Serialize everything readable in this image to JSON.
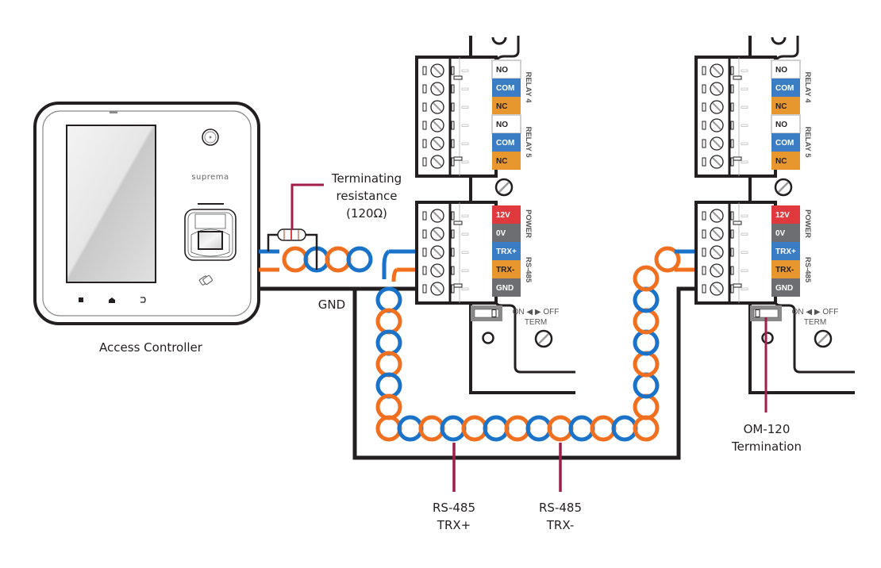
{
  "diagram": {
    "title": "RS-485 wiring between Access Controller and OM-120 modules",
    "colors": {
      "trx_plus": "#1a73c8",
      "trx_minus": "#f07020",
      "ground": "#231f20",
      "callout": "#a01e4a",
      "label_12v": "#e03a3e",
      "label_0v": "#6d6e71",
      "label_gnd": "#6d6e71",
      "label_com": "#3a7dc4",
      "label_nc": "#e8962e",
      "label_no": "#ffffff"
    },
    "controller": {
      "caption": "Access Controller",
      "brand": "suprema",
      "buttons": [
        "stop-icon",
        "home-icon",
        "back-icon"
      ]
    },
    "resistor": {
      "caption_line1": "Terminating",
      "caption_line2": "resistance",
      "caption_line3": "(120Ω)"
    },
    "gnd_label": "GND",
    "modules": [
      {
        "id": "module-1",
        "relay_terminals": [
          "NO",
          "COM",
          "NC",
          "NO",
          "COM",
          "NC"
        ],
        "relay_groups": [
          "RELAY 4",
          "RELAY 5"
        ],
        "power_terminals": [
          "12V",
          "0V",
          "TRX+",
          "TRX-",
          "GND"
        ],
        "power_groups": [
          "POWER",
          "RS-485"
        ],
        "switch_label": "ON ◀ ▶ OFF",
        "term_label": "TERM",
        "switch_state": "OFF"
      },
      {
        "id": "module-2",
        "relay_terminals": [
          "NO",
          "COM",
          "NC",
          "NO",
          "COM",
          "NC"
        ],
        "relay_groups": [
          "RELAY 4",
          "RELAY 5"
        ],
        "power_terminals": [
          "12V",
          "0V",
          "TRX+",
          "TRX-",
          "GND"
        ],
        "power_groups": [
          "POWER",
          "RS-485"
        ],
        "switch_label": "ON ◀ ▶ OFF",
        "term_label": "TERM",
        "switch_state": "ON"
      }
    ],
    "callouts": {
      "trx_plus_line1": "RS-485",
      "trx_plus_line2": "TRX+",
      "trx_minus_line1": "RS-485",
      "trx_minus_line2": "TRX-",
      "om120_line1": "OM-120",
      "om120_line2": "Termination"
    }
  }
}
